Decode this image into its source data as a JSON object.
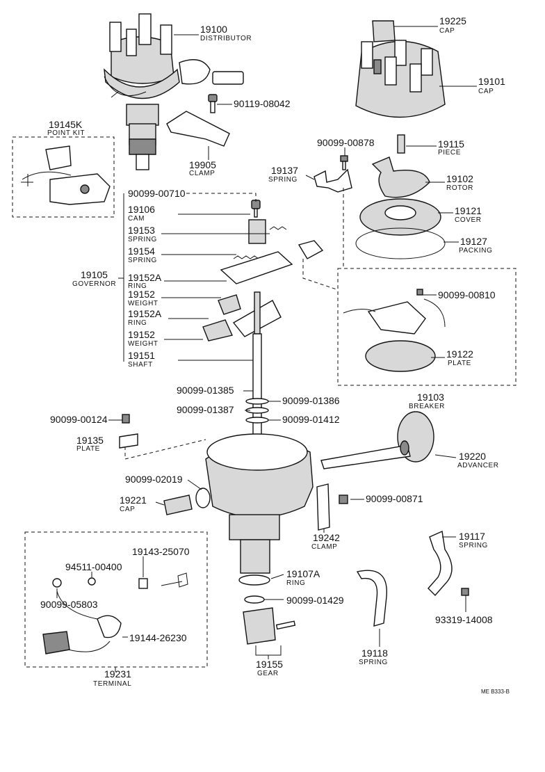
{
  "reference_code": "ME B333-B",
  "labels": {
    "distributor": {
      "no": "19100",
      "name": "DISTRIBUTOR"
    },
    "cap_19225": {
      "no": "19225",
      "name": "CAP"
    },
    "cap_19101": {
      "no": "19101",
      "name": "CAP"
    },
    "bolt_90119": {
      "no": "90119-08042"
    },
    "point_kit": {
      "no": "19145K",
      "name": "POINT KIT"
    },
    "clamp_19905": {
      "no": "19905",
      "name": "CLAMP"
    },
    "piece": {
      "no": "19115",
      "name": "PIECE"
    },
    "screw_90099_00878": {
      "no": "90099-00878"
    },
    "spring_19137": {
      "no": "19137",
      "name": "SPRING"
    },
    "rotor": {
      "no": "19102",
      "name": "ROTOR"
    },
    "screw_90099_00710": {
      "no": "90099-00710"
    },
    "cam": {
      "no": "19106",
      "name": "CAM"
    },
    "cover": {
      "no": "19121",
      "name": "COVER"
    },
    "spring_19153": {
      "no": "19153",
      "name": "SPRING"
    },
    "packing": {
      "no": "19127",
      "name": "PACKING"
    },
    "spring_19154": {
      "no": "19154",
      "name": "SPRING"
    },
    "governor": {
      "no": "19105",
      "name": "GOVERNOR"
    },
    "ring_19152a_1": {
      "no": "19152A",
      "name": "RING"
    },
    "screw_90099_00810": {
      "no": "90099-00810"
    },
    "weight_1": {
      "no": "19152",
      "name": "WEIGHT"
    },
    "ring_19152a_2": {
      "no": "19152A",
      "name": "RING"
    },
    "weight_2": {
      "no": "19152",
      "name": "WEIGHT"
    },
    "plate_19122": {
      "no": "19122",
      "name": "PLATE"
    },
    "shaft": {
      "no": "19151",
      "name": "SHAFT"
    },
    "breaker": {
      "no": "19103",
      "name": "BREAKER"
    },
    "washer_01385": {
      "no": "90099-01385"
    },
    "washer_01386": {
      "no": "90099-01386"
    },
    "washer_01387": {
      "no": "90099-01387"
    },
    "washer_01412": {
      "no": "90099-01412"
    },
    "screw_00124": {
      "no": "90099-00124"
    },
    "plate_19135": {
      "no": "19135",
      "name": "PLATE"
    },
    "advancer": {
      "no": "19220",
      "name": "ADVANCER"
    },
    "oring_02019": {
      "no": "90099-02019"
    },
    "cap_19221": {
      "no": "19221",
      "name": "CAP"
    },
    "screw_00871": {
      "no": "90099-00871"
    },
    "clamp_19242": {
      "no": "19242",
      "name": "CLAMP"
    },
    "spring_19117": {
      "no": "19117",
      "name": "SPRING"
    },
    "nut_19143": {
      "no": "19143-25070"
    },
    "washer_94511": {
      "no": "94511-00400"
    },
    "ring_19107a": {
      "no": "19107A",
      "name": "RING"
    },
    "nut_05803": {
      "no": "90099-05803"
    },
    "washer_01429": {
      "no": "90099-01429"
    },
    "screw_93319": {
      "no": "93319-14008"
    },
    "terminal_wire": {
      "no": "19144-26230"
    },
    "terminal": {
      "no": "19231",
      "name": "TERMINAL"
    },
    "gear": {
      "no": "19155",
      "name": "GEAR"
    },
    "spring_19118": {
      "no": "19118",
      "name": "SPRING"
    }
  }
}
